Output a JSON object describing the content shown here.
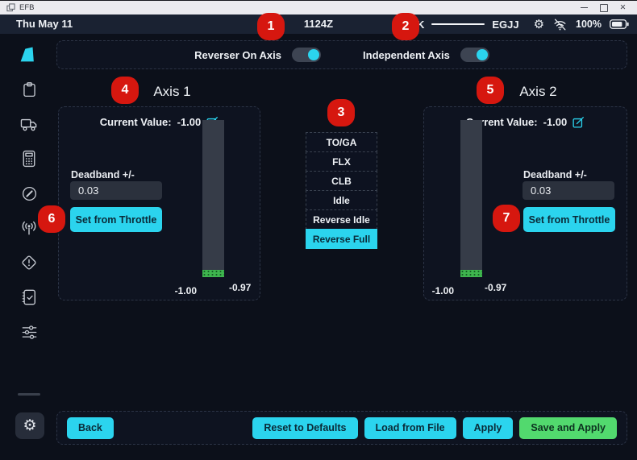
{
  "window": {
    "title": "EFB",
    "controls": [
      "minimize",
      "maximize",
      "close"
    ]
  },
  "statusbar": {
    "date": "Thu May 11",
    "time": "1124Z",
    "route_from": "K",
    "route_to": "EGJJ",
    "battery_pct": "100%",
    "icons": [
      "gear-icon",
      "wifi-off-icon",
      "battery-icon"
    ]
  },
  "toggles": {
    "reverser": {
      "label": "Reverser On Axis",
      "on": true
    },
    "independent": {
      "label": "Independent Axis",
      "on": true
    }
  },
  "detents": {
    "items": [
      "TO/GA",
      "FLX",
      "CLB",
      "Idle",
      "Reverse Idle",
      "Reverse Full"
    ],
    "selected": "Reverse Full"
  },
  "axis1": {
    "title": "Axis 1",
    "current_label": "Current Value:",
    "current_value": "-1.00",
    "deadband_label": "Deadband +/-",
    "deadband_value": "0.03",
    "set_button": "Set from Throttle",
    "range_low": "-1.00",
    "range_high": "-0.97"
  },
  "axis2": {
    "title": "Axis 2",
    "current_label": "Current Value:",
    "current_value": "-1.00",
    "deadband_label": "Deadband +/-",
    "deadband_value": "0.03",
    "set_button": "Set from Throttle",
    "range_low": "-1.00",
    "range_high": "-0.97"
  },
  "footer": {
    "back": "Back",
    "reset": "Reset to Defaults",
    "load": "Load from File",
    "apply": "Apply",
    "save": "Save and Apply"
  },
  "sidebar": {
    "icons": [
      "clipboard",
      "truck",
      "calculator",
      "compass",
      "antenna",
      "caution",
      "checklist",
      "sliders",
      "gear"
    ]
  },
  "annotations": {
    "a1": "1",
    "a2": "2",
    "a3": "3",
    "a4": "4",
    "a5": "5",
    "a6": "6",
    "a7": "7"
  },
  "colors": {
    "accent": "#2bd4ee",
    "green": "#52d96e",
    "badge_red": "#d6170f",
    "bar_green": "#3eb54e"
  }
}
